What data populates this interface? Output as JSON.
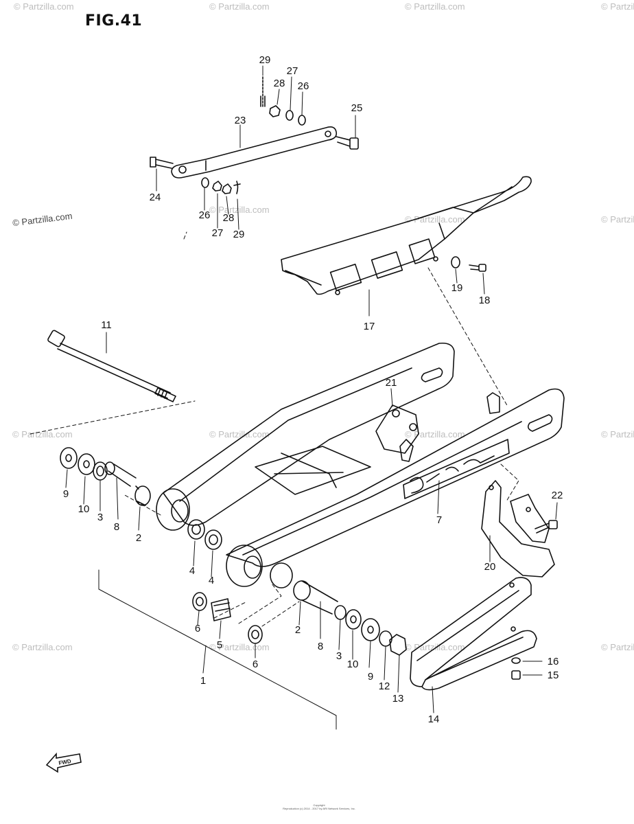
{
  "figure": {
    "title": "FIG.41"
  },
  "watermark": {
    "text": "© Partzilla.com"
  },
  "fwd_label": "FWD",
  "callouts": [
    {
      "id": "c29a",
      "label": "29"
    },
    {
      "id": "c27a",
      "label": "27"
    },
    {
      "id": "c28a",
      "label": "28"
    },
    {
      "id": "c26a",
      "label": "26"
    },
    {
      "id": "c25",
      "label": "25"
    },
    {
      "id": "c23",
      "label": "23"
    },
    {
      "id": "c24",
      "label": "24"
    },
    {
      "id": "c26b",
      "label": "26"
    },
    {
      "id": "c28b",
      "label": "28"
    },
    {
      "id": "c27b",
      "label": "27"
    },
    {
      "id": "c29b",
      "label": "29"
    },
    {
      "id": "c19",
      "label": "19"
    },
    {
      "id": "c18",
      "label": "18"
    },
    {
      "id": "c17",
      "label": "17"
    },
    {
      "id": "c11",
      "label": "11"
    },
    {
      "id": "c21",
      "label": "21"
    },
    {
      "id": "c9a",
      "label": "9"
    },
    {
      "id": "c10a",
      "label": "10"
    },
    {
      "id": "c3a",
      "label": "3"
    },
    {
      "id": "c8a",
      "label": "8"
    },
    {
      "id": "c2a",
      "label": "2"
    },
    {
      "id": "c7",
      "label": "7"
    },
    {
      "id": "c22",
      "label": "22"
    },
    {
      "id": "c4a",
      "label": "4"
    },
    {
      "id": "c4b",
      "label": "4"
    },
    {
      "id": "c20",
      "label": "20"
    },
    {
      "id": "c6a",
      "label": "6"
    },
    {
      "id": "c5",
      "label": "5"
    },
    {
      "id": "c6b",
      "label": "6"
    },
    {
      "id": "c2b",
      "label": "2"
    },
    {
      "id": "c8b",
      "label": "8"
    },
    {
      "id": "c3b",
      "label": "3"
    },
    {
      "id": "c10b",
      "label": "10"
    },
    {
      "id": "c9b",
      "label": "9"
    },
    {
      "id": "c12",
      "label": "12"
    },
    {
      "id": "c13",
      "label": "13"
    },
    {
      "id": "c16",
      "label": "16"
    },
    {
      "id": "c15",
      "label": "15"
    },
    {
      "id": "c1",
      "label": "1"
    },
    {
      "id": "c14",
      "label": "14"
    }
  ],
  "footer": {
    "line1": "Copyright",
    "line2": "Reproduction (c) 2014 - 2017 by ARI Network Services, Inc."
  }
}
